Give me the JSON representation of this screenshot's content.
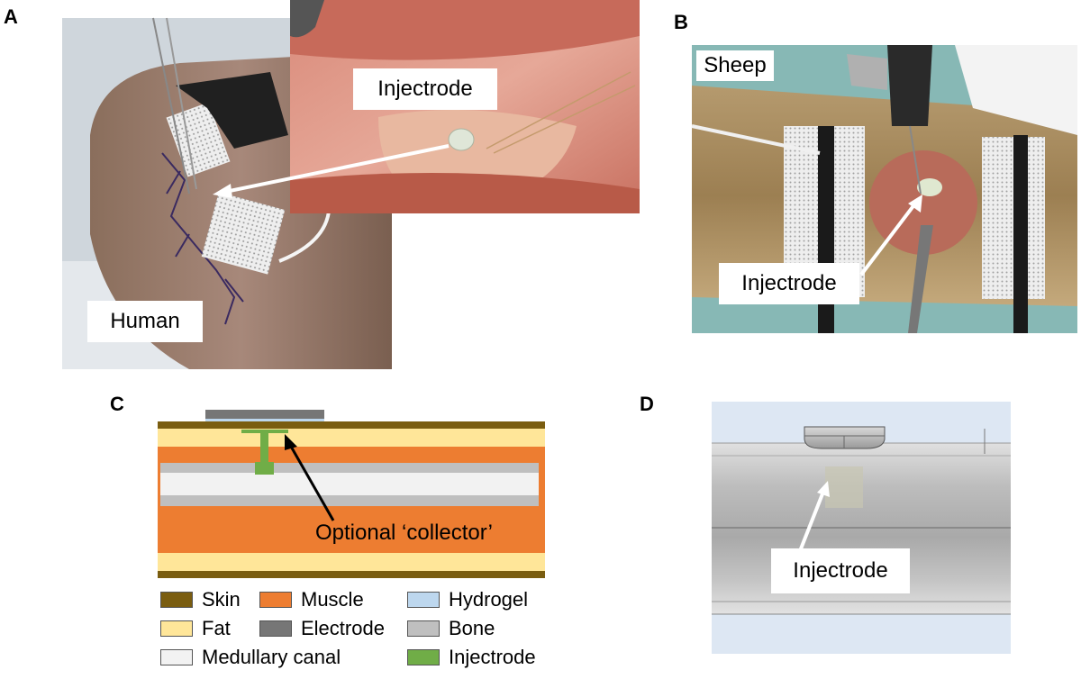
{
  "figure": {
    "panels": {
      "a": {
        "letter": "A",
        "labels": {
          "injectrode": "Injectrode",
          "human": "Human"
        }
      },
      "b": {
        "letter": "B",
        "labels": {
          "sheep": "Sheep",
          "injectrode": "Injectrode"
        }
      },
      "c": {
        "letter": "C",
        "annotation": "Optional ‘collector’",
        "legend": [
          {
            "label": "Skin",
            "color": "#7a5d10"
          },
          {
            "label": "Muscle",
            "color": "#ed7d31"
          },
          {
            "label": "Hydrogel",
            "color": "#bdd7ee"
          },
          {
            "label": "Fat",
            "color": "#ffe699"
          },
          {
            "label": "Electrode",
            "color": "#767676"
          },
          {
            "label": "Bone",
            "color": "#bfbfbf"
          },
          {
            "label": "Medullary canal",
            "color": "#f2f2f2"
          },
          {
            "label": "Injectrode",
            "color": "#70ad47"
          }
        ]
      },
      "d": {
        "letter": "D",
        "labels": {
          "injectrode": "Injectrode"
        }
      }
    }
  }
}
